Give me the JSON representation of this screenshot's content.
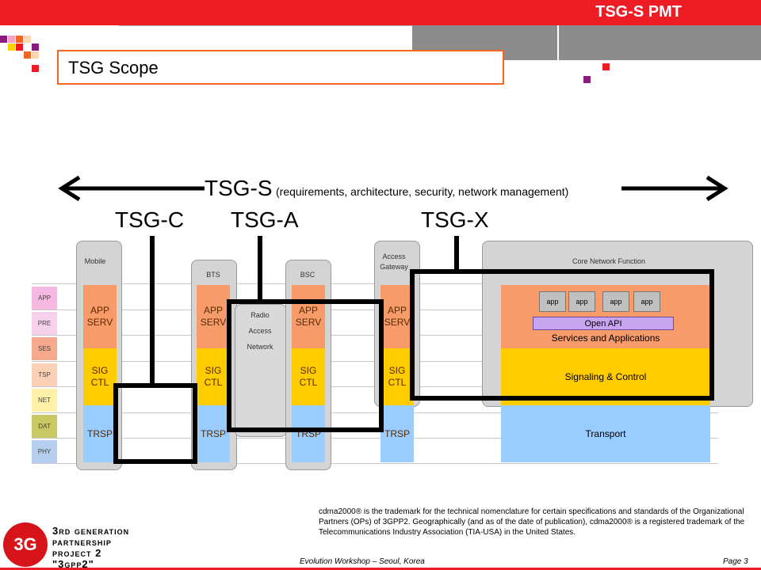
{
  "header": {
    "title": "TSG-S PMT",
    "scope_label": "TSG Scope"
  },
  "colors": {
    "red": "#ee1c25",
    "orange": "#f26522",
    "purple": "#8b1c7d",
    "app": "#f79b6b",
    "sig": "#ffcc00",
    "trsp": "#99ccff"
  },
  "tsg": {
    "s": "TSG-S",
    "s_desc": "(requirements, architecture, security, network management)",
    "c": "TSG-C",
    "a": "TSG-A",
    "x": "TSG-X"
  },
  "layers": [
    "APP",
    "PRE",
    "SES",
    "TSP",
    "NET",
    "DAT",
    "PHY"
  ],
  "columns": {
    "mobile": {
      "label": "Mobile",
      "app": "APP SERV",
      "sig": "SIG CTL",
      "trsp": "TRSP"
    },
    "bts": {
      "label": "BTS",
      "app": "APP SERV",
      "sig": "SIG CTL",
      "trsp": "TRSP"
    },
    "ran": {
      "line1": "Radio",
      "line2": "Access",
      "line3": "Network"
    },
    "bsc": {
      "label": "BSC",
      "app": "APP SERV",
      "sig": "SIG CTL",
      "trsp": "TRSP"
    },
    "agw": {
      "label1": "Access",
      "label2": "Gateway",
      "app": "APP SERV",
      "sig": "SIG CTL",
      "trsp": "TRSP"
    }
  },
  "core": {
    "label": "Core Network Function",
    "apps": [
      "app",
      "app",
      "app",
      "app"
    ],
    "open_api": "Open API",
    "services": "Services and Applications",
    "signaling": "Signaling & Control",
    "transport": "Transport"
  },
  "footer": {
    "trademark": "cdma2000® is the trademark for the technical nomenclature for certain specifications and standards of the Organizational Partners (OPs) of 3GPP2.  Geographically (and as of the date of publication), cdma2000® is a registered trademark of the Telecommunications Industry Association (TIA-USA) in the United States.",
    "logo_badge": "3G",
    "logo_line1": "3rd Generation",
    "logo_line2": "Partnership",
    "logo_line3": "Project 2",
    "logo_line4": "\"3GPP2\"",
    "event": "Evolution Workshop – Seoul, Korea",
    "page": "Page 3"
  }
}
